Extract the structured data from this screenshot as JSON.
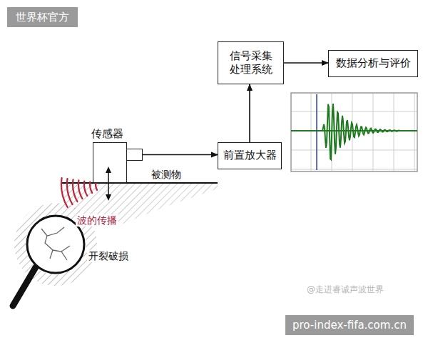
{
  "diagram": {
    "nodes": [
      {
        "text": [
          "传感器"
        ]
      },
      {
        "text": [
          "前置放大器"
        ]
      },
      {
        "text": [
          "信号采集 处理系统"
        ]
      },
      {
        "text": [
          "数据分析与评价"
        ]
      }
    ],
    "edges": [
      {
        "from": 0,
        "to": 1,
        "arrow": "to"
      },
      {
        "from": 1,
        "to": 2,
        "arrow": "to"
      },
      {
        "from": 2,
        "to": 3,
        "arrow": "to"
      }
    ],
    "labels": [
      "世界杯官方",
      "被测物",
      "波的传播",
      "开裂破损",
      "@走进睿诚声波世界",
      "pro-index-fifa.com.cn"
    ]
  }
}
